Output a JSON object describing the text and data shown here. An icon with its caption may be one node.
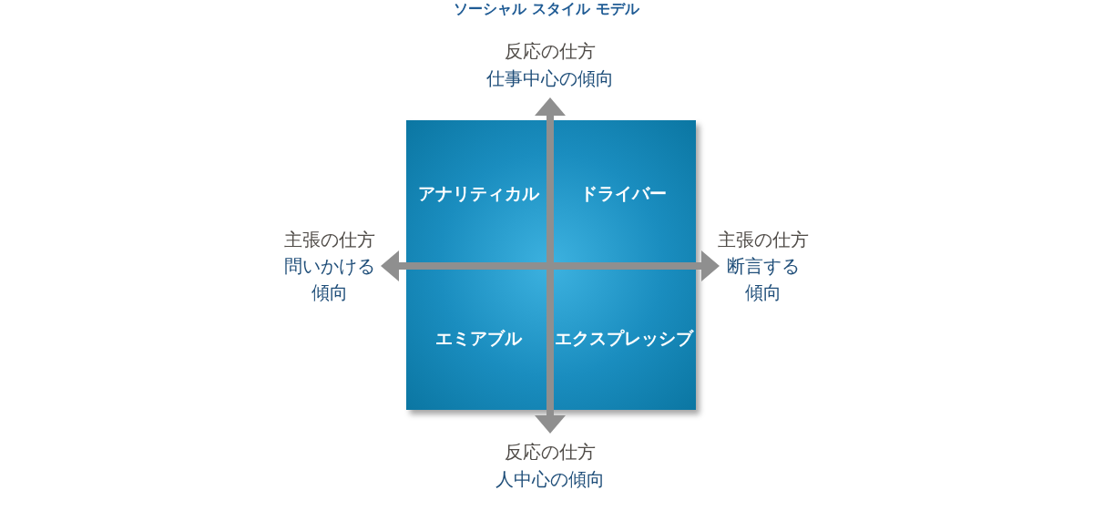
{
  "diagram": {
    "title": "ソーシャル スタイル モデル",
    "nodes": [
      {
        "text": [
          "アナリティカル"
        ]
      },
      {
        "text": [
          "ドライバー"
        ]
      },
      {
        "text": [
          "エミアブル"
        ]
      },
      {
        "text": [
          "エクスプレッシブ"
        ]
      }
    ],
    "labels": [
      "反応の仕方",
      "仕事中心の傾向",
      "主張の仕方",
      "問いかける傾向",
      "主張の仕方",
      "断言する傾向",
      "反応の仕方",
      "人中心の傾向"
    ]
  }
}
